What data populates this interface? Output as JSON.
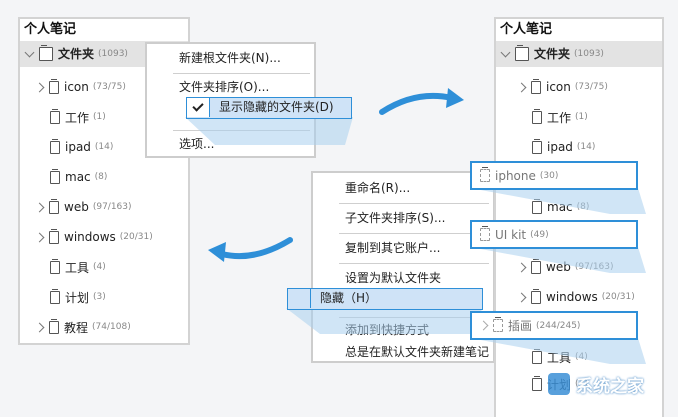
{
  "left_panel": {
    "title": "个人笔记",
    "root": {
      "label": "文件夹",
      "count": "(1093)"
    },
    "items": [
      {
        "label": "icon",
        "count": "(73/75)",
        "expandable": true
      },
      {
        "label": "工作",
        "count": "(1)",
        "expandable": false
      },
      {
        "label": "ipad",
        "count": "(14)",
        "expandable": false
      },
      {
        "label": "mac",
        "count": "(8)",
        "expandable": false
      },
      {
        "label": "web",
        "count": "(97/163)",
        "expandable": true
      },
      {
        "label": "windows",
        "count": "(20/31)",
        "expandable": true
      },
      {
        "label": "工具",
        "count": "(4)",
        "expandable": false
      },
      {
        "label": "计划",
        "count": "(3)",
        "expandable": false
      },
      {
        "label": "教程",
        "count": "(74/108)",
        "expandable": true
      }
    ]
  },
  "root_menu": {
    "items": [
      "新建根文件夹(N)...",
      "文件夹排序(O)...",
      "显示隐藏的文件夹(D)",
      "选项..."
    ],
    "checked_item": "显示隐藏的文件夹(D)"
  },
  "folder_menu": {
    "items": [
      "重命名(R)...",
      "子文件夹排序(S)...",
      "复制到其它账户...",
      "设置为默认文件夹",
      "隐藏（H）",
      "添加到快捷方式",
      "总是在默认文件夹新建笔记"
    ],
    "highlighted_item": "隐藏（H）"
  },
  "right_panel": {
    "title": "个人笔记",
    "root": {
      "label": "文件夹",
      "count": "(1093)"
    },
    "items": [
      {
        "label": "icon",
        "count": "(73/75)",
        "expandable": true
      },
      {
        "label": "工作",
        "count": "(1)",
        "expandable": false
      },
      {
        "label": "ipad",
        "count": "(14)",
        "expandable": false
      },
      {
        "label": "mac",
        "count": "(8)",
        "expandable": false
      },
      {
        "label": "web",
        "count": "(97/163)",
        "expandable": true
      },
      {
        "label": "windows",
        "count": "(20/31)",
        "expandable": true
      },
      {
        "label": "工具",
        "count": "(4)",
        "expandable": false
      },
      {
        "label": "计划",
        "count": "(3)",
        "expandable": false
      }
    ],
    "hidden_folders": [
      {
        "label": "iphone",
        "count": "(30)"
      },
      {
        "label": "UI kit",
        "count": "(49)"
      },
      {
        "label": "插画",
        "count": "(244/245)"
      }
    ]
  },
  "watermark": {
    "text": "系统之家"
  },
  "colors": {
    "accent": "#2e8fd8",
    "highlight": "#cfe3f7",
    "root_row": "#e3e3e3"
  }
}
